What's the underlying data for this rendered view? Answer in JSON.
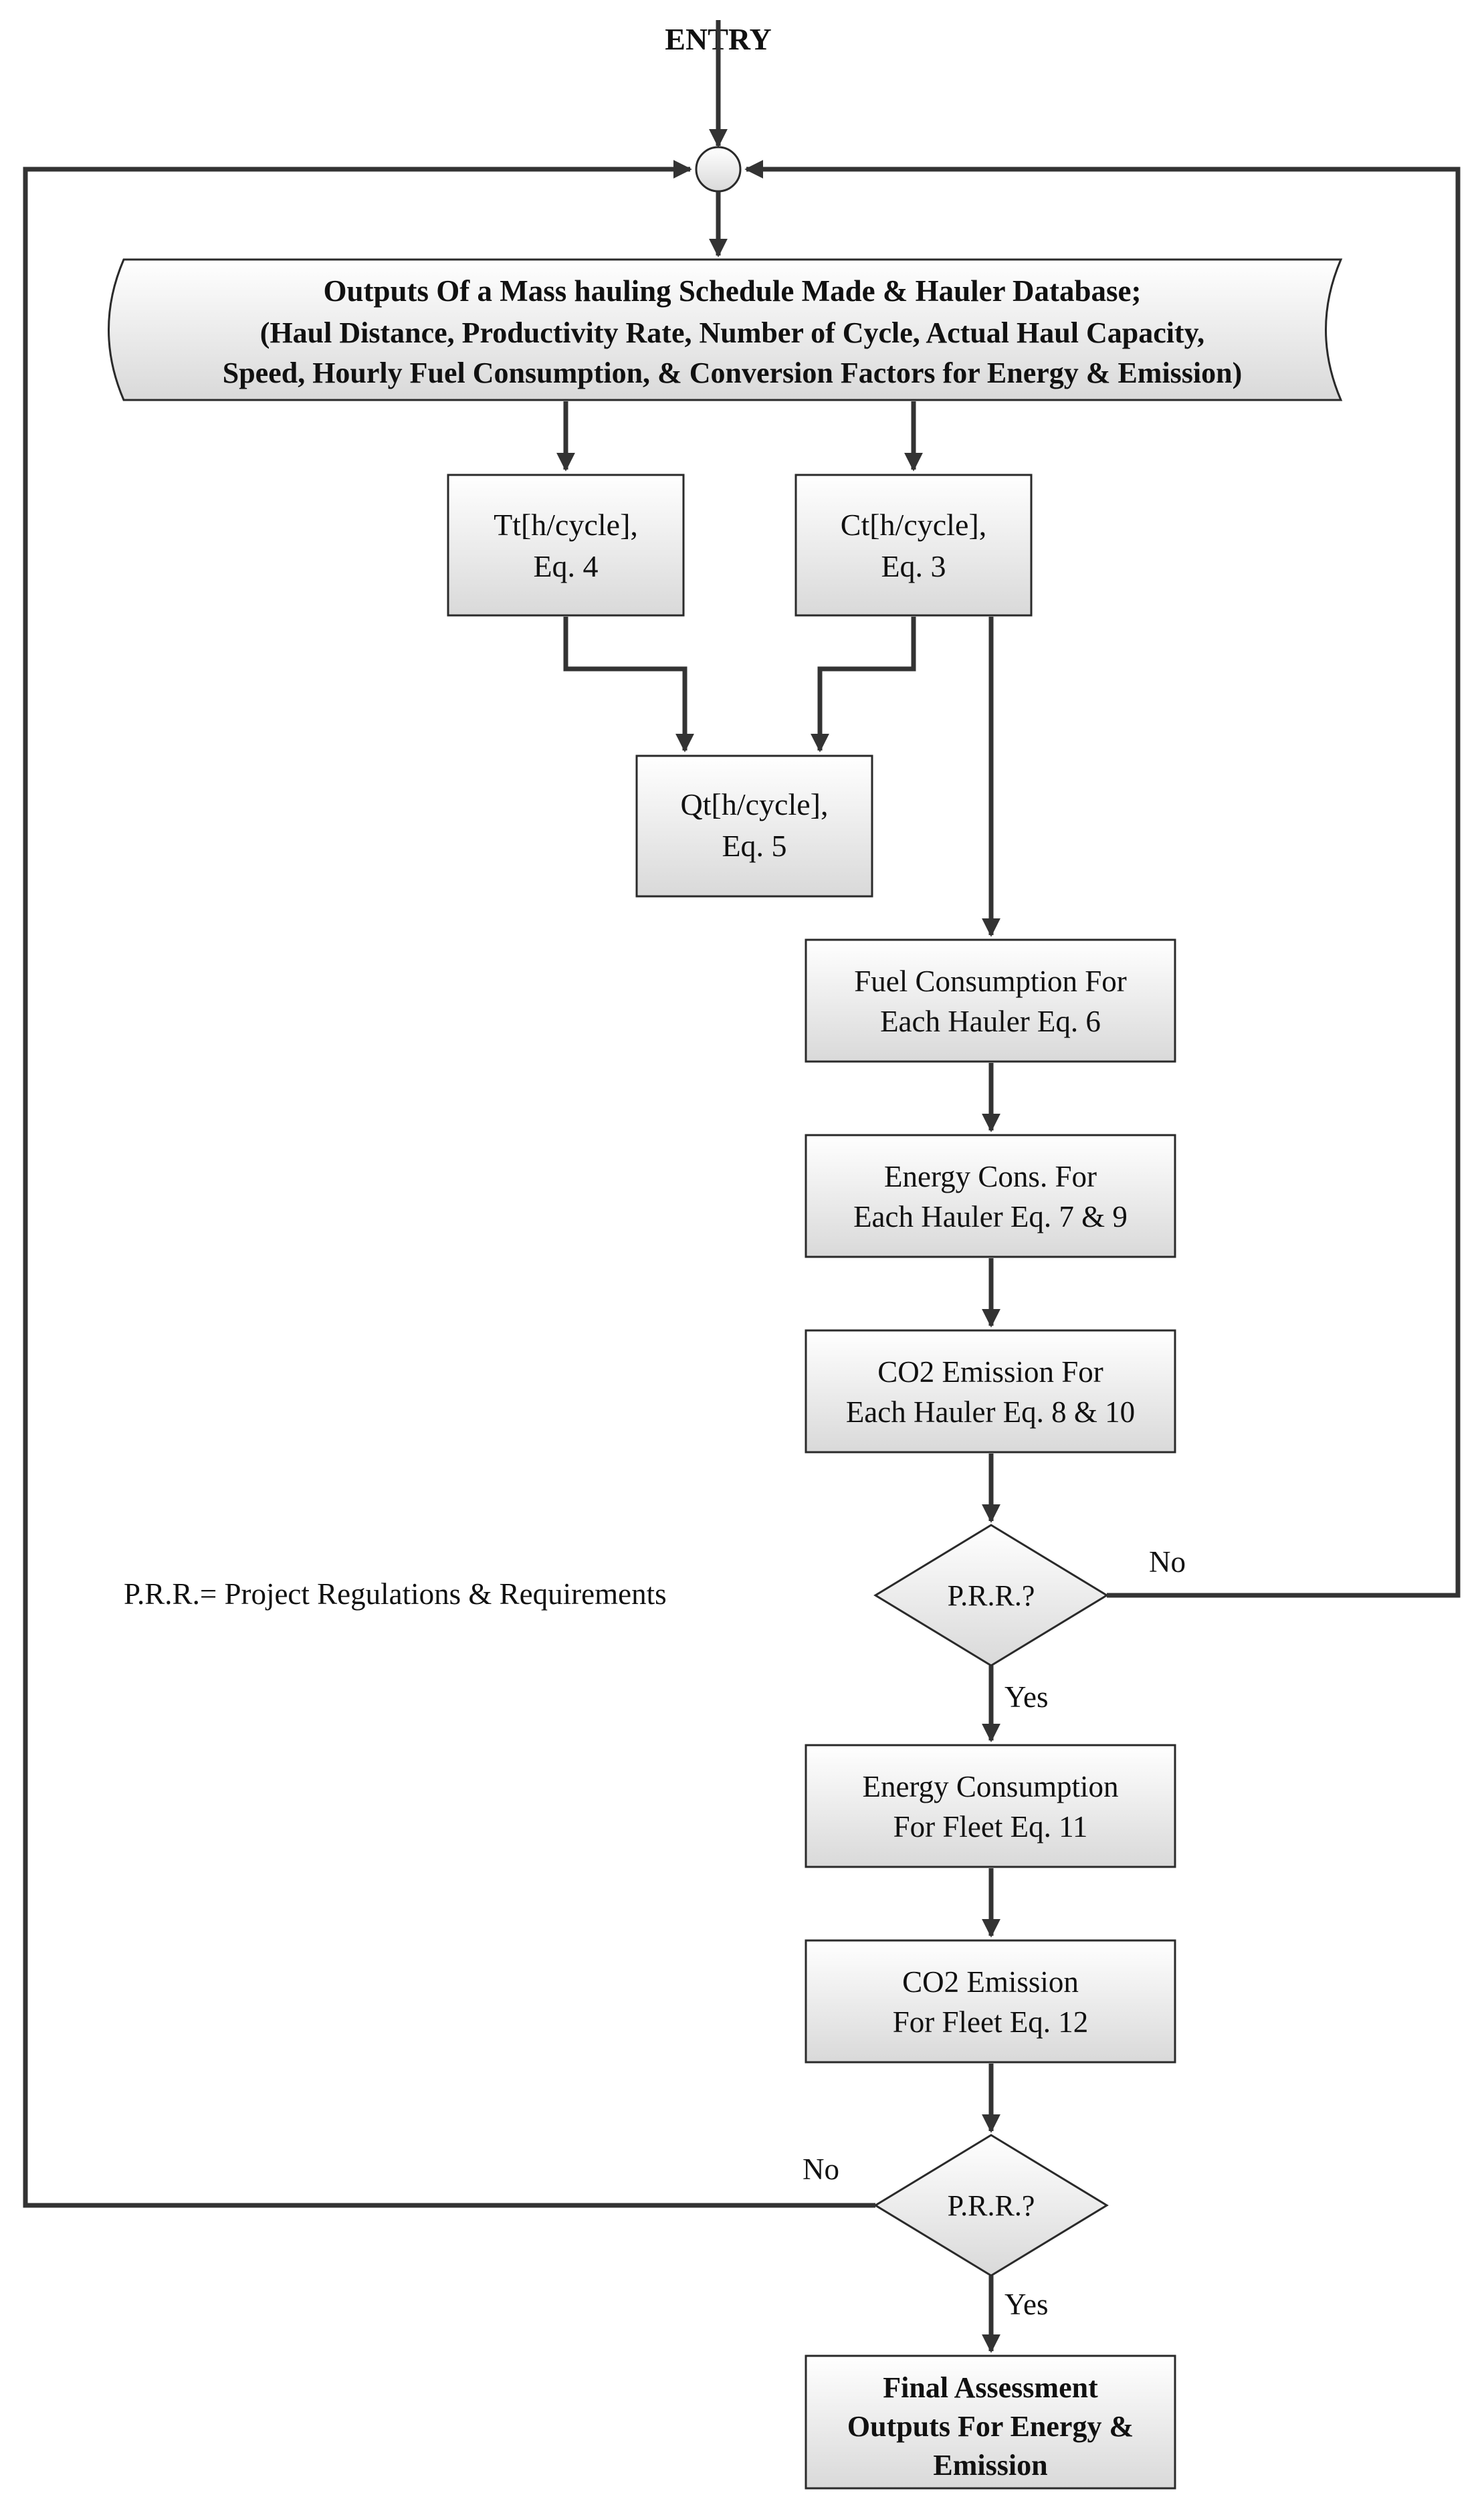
{
  "entry_label": "ENTRY",
  "database": {
    "title": "Outputs Of a Mass hauling Schedule Made & Hauler Database;",
    "line2": "(Haul Distance, Productivity Rate, Number of Cycle, Actual Haul Capacity,",
    "line3": "Speed, Hourly Fuel Consumption, & Conversion Factors for Energy & Emission)"
  },
  "tt_box": {
    "line1": "Tt[h/cycle],",
    "line2": "Eq. 4"
  },
  "ct_box": {
    "line1": "Ct[h/cycle],",
    "line2": "Eq. 3"
  },
  "qt_box": {
    "line1": "Qt[h/cycle],",
    "line2": "Eq. 5"
  },
  "fuel_box": {
    "line1": "Fuel Consumption For",
    "line2": "Each Hauler Eq. 6"
  },
  "energy_hauler_box": {
    "line1": "Energy Cons. For",
    "line2": "Each Hauler Eq. 7 & 9"
  },
  "co2_hauler_box": {
    "line1": "CO2 Emission For",
    "line2": "Each Hauler Eq. 8 & 10"
  },
  "decision1": {
    "label": "P.R.R.?",
    "no_label": "No",
    "yes_label": "Yes"
  },
  "prr_legend": "P.R.R.= Project Regulations & Requirements",
  "energy_fleet_box": {
    "line1": "Energy Consumption",
    "line2": "For Fleet Eq. 11"
  },
  "co2_fleet_box": {
    "line1": "CO2 Emission",
    "line2": "For Fleet Eq. 12"
  },
  "decision2": {
    "label": "P.R.R.?",
    "no_label": "No",
    "yes_label": "Yes"
  },
  "final_box": {
    "line1": "Final Assessment",
    "line2": "Outputs For Energy &",
    "line3": "Emission"
  },
  "colors": {
    "box_top": "#ffffff",
    "box_bottom": "#d9d9d9",
    "line": "#333333",
    "stroke": "#2a2a2a"
  }
}
